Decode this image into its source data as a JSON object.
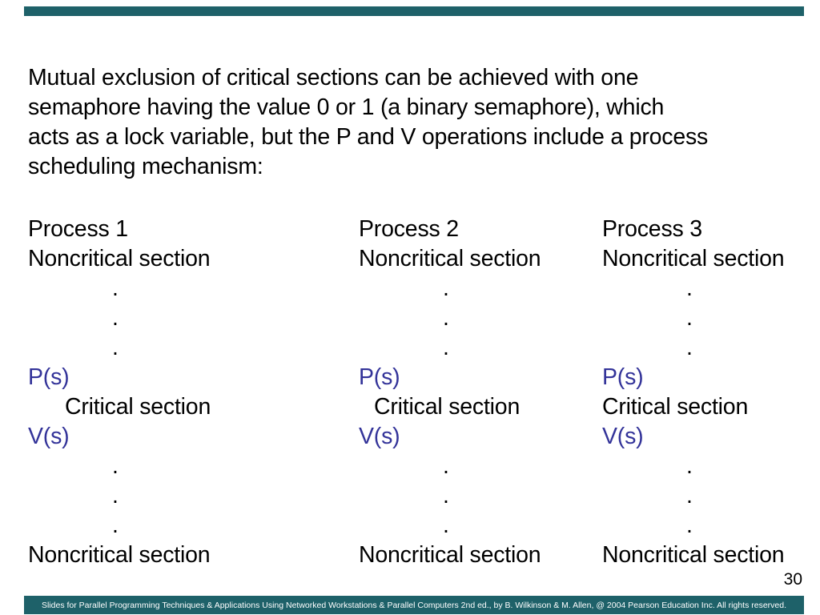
{
  "page": {
    "number": "30"
  },
  "theme": {
    "bar_color": "#1e6169",
    "accent_blue": "#333399",
    "text_color": "#000000",
    "footer_text_color": "#ffffff",
    "background": "#ffffff"
  },
  "intro": {
    "lines": [
      "Mutual exclusion of critical sections can be achieved with one",
      "semaphore having the value 0 or 1 (a binary semaphore), which",
      "acts as a lock variable, but the P and V operations include a process",
      "scheduling mechanism:"
    ]
  },
  "labels": {
    "noncritical": "Noncritical section",
    "critical": "Critical section",
    "p_op": "P(s)",
    "v_op": "V(s)",
    "dot": "."
  },
  "processes": {
    "columns": [
      {
        "title": "Process 1"
      },
      {
        "title": "Process 2"
      },
      {
        "title": "Process 3"
      }
    ]
  },
  "footer": {
    "text": "Slides for Parallel Programming Techniques & Applications Using Networked Workstations & Parallel Computers 2nd ed., by B. Wilkinson & M. Allen, @ 2004 Pearson Education Inc. All rights reserved."
  }
}
